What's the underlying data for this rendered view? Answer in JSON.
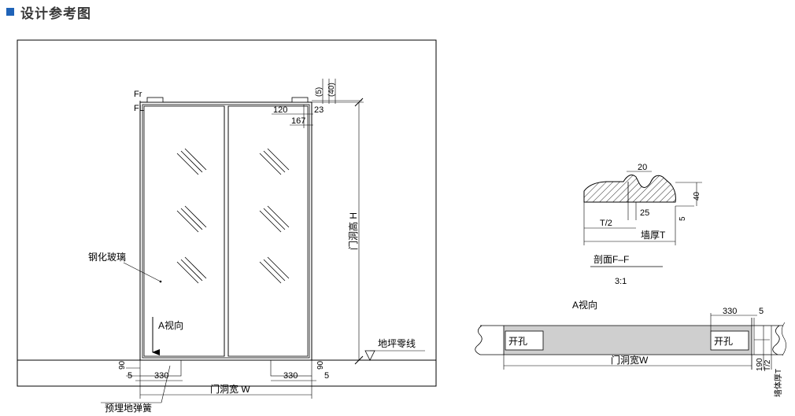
{
  "header": {
    "title": "设计参考图",
    "accent_color": "#1f63b8"
  },
  "elevation": {
    "label_fr": "Fr",
    "label_fl": "FL",
    "dim_40": "(40)",
    "dim_5": "(5)",
    "dim_120": "120",
    "dim_167": "167",
    "dim_23": "23",
    "glass_label": "钢化玻璃",
    "view_label": "A视向",
    "height_label": "门洞高 H",
    "floor_label": "地坪零线",
    "bottom_90_left": "90",
    "bottom_5_left": "5",
    "bottom_330_left": "330",
    "bottom_330_right": "330",
    "bottom_90_right": "90",
    "bottom_5_right": "5",
    "width_label": "门洞宽 W",
    "spring_label": "预埋地弹簧"
  },
  "section": {
    "dim_20": "20",
    "dim_40": "40",
    "dim_25": "25",
    "dim_5": "5",
    "dim_t2": "T/2",
    "dim_t": "墙厚T",
    "title": "剖面F–F",
    "scale": "3:1"
  },
  "plan": {
    "view_label": "A视向",
    "dim_330": "330",
    "dim_5": "5",
    "hole_left": "开孔",
    "hole_right": "开孔",
    "width_label": "门洞宽W",
    "dim_190": "190",
    "dim_t2": "T/2",
    "wall_label": "墙体厚T"
  }
}
